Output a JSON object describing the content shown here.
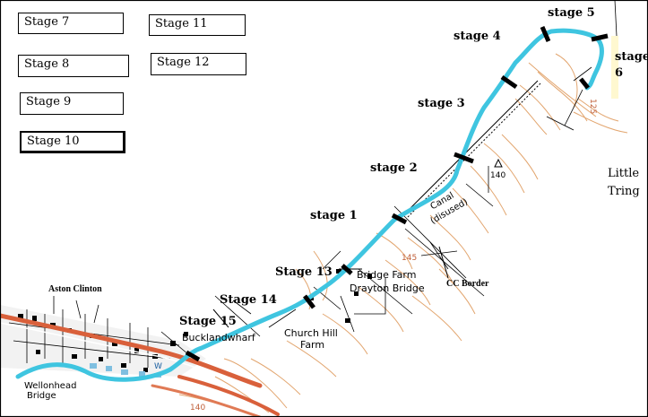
{
  "legend_boxes": [
    {
      "id": "stage-7",
      "label": "Stage 7"
    },
    {
      "id": "stage-8",
      "label": "Stage 8"
    },
    {
      "id": "stage-9",
      "label": "Stage 9"
    },
    {
      "id": "stage-10",
      "label": "Stage 10"
    },
    {
      "id": "stage-11",
      "label": "Stage 11"
    },
    {
      "id": "stage-12",
      "label": "Stage 12"
    }
  ],
  "stage_labels": {
    "stage1": "stage 1",
    "stage2": "stage 2",
    "stage3": "stage 3",
    "stage4": "stage 4",
    "stage5": "stage 5",
    "stage6a": "stage",
    "stage6b": "6",
    "stage13": "Stage 13",
    "stage14": "Stage 14",
    "stage15": "Stage 15"
  },
  "places": {
    "little_tring_1": "Little",
    "little_tring_2": "Tring",
    "aston_clinton": "Aston Clinton",
    "cc_border": "CC Border",
    "bridge_farm": "Bridge Farm",
    "drayton_bridge": "Drayton Bridge",
    "church_hill_1": "Church Hill",
    "church_hill_2": "Farm",
    "bucklandwharf": "Bucklandwharf",
    "wellonhead_1": "Wellonhead",
    "wellonhead_2": "Bridge",
    "canal_1": "Canal",
    "canal_2": "(disused)"
  },
  "heights": {
    "h140": "140",
    "h145": "145",
    "h125": "125",
    "h140b": "140",
    "w": "W"
  },
  "colors": {
    "canal": "#3fc5e0",
    "road": "#d9603b",
    "contour": "#d9883f",
    "stage_marker": "#000000"
  }
}
